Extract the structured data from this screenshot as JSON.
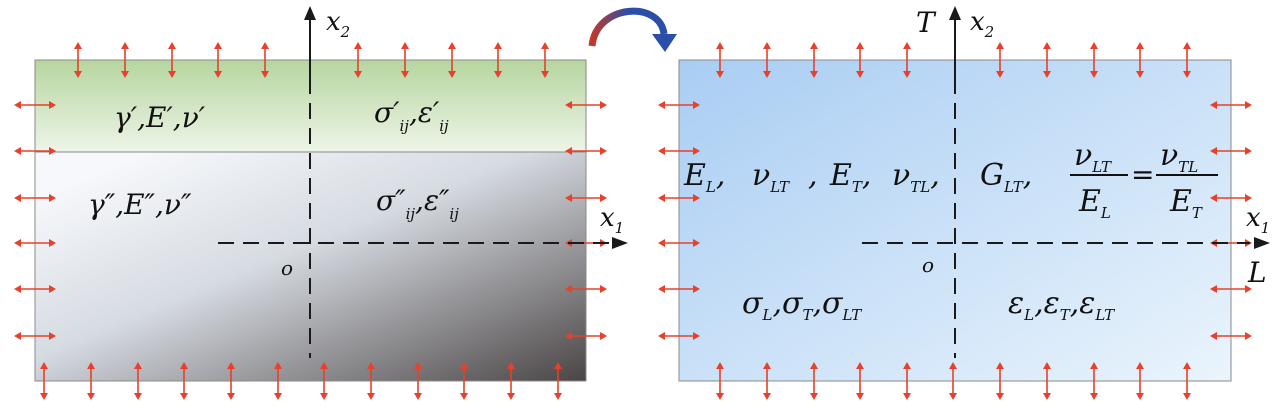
{
  "colors": {
    "arrow": "#e8402a",
    "axis": "#1a1a1a",
    "phase1_top": "#b6d59f",
    "phase1_bottom": "#eef5e8",
    "phase2_light": "#f6f8fb",
    "phase2_dark": "#4b4545",
    "orthotropic_top": "#a9cdf3",
    "orthotropic_bottom": "#eaf4fc",
    "curve_arrow": "#2a4fa8"
  },
  "left_panel": {
    "axis_x1": {
      "base": "x",
      "sub": "1"
    },
    "axis_x2": {
      "base": "x",
      "sub": "2"
    },
    "origin": "o",
    "phase1_props": {
      "gamma": "γ′",
      "modulus": "E′",
      "nu": "ν′",
      "sep": ","
    },
    "phase1_fields": {
      "sigma": "σ′",
      "eps": "ε′",
      "sub": "ij",
      "sep": ","
    },
    "phase2_props": {
      "gamma": "γ″",
      "modulus": "E″",
      "nu": "ν″",
      "sep": ","
    },
    "phase2_fields": {
      "sigma": "σ″",
      "eps": "ε″",
      "sub": "ij",
      "sep": ","
    }
  },
  "right_panel": {
    "axis_x1": {
      "base": "x",
      "sub": "1"
    },
    "axis_x2": {
      "base": "x",
      "sub": "2"
    },
    "axis_T": "T",
    "axis_L": "L",
    "origin": "o",
    "constants": {
      "EL": {
        "base": "E",
        "sub": "L"
      },
      "nuLT": {
        "base": "ν",
        "sub": "LT"
      },
      "ET": {
        "base": "E",
        "sub": "T"
      },
      "nuTL": {
        "base": "ν",
        "sub": "TL"
      },
      "GLT": {
        "base": "G",
        "sub": "LT"
      },
      "comma": ",",
      "equals": "="
    },
    "stresses": {
      "sigma": "σ",
      "subs": [
        "L",
        "T",
        "LT"
      ]
    },
    "strains": {
      "eps": "ε",
      "subs": [
        "L",
        "T",
        "LT"
      ]
    }
  }
}
